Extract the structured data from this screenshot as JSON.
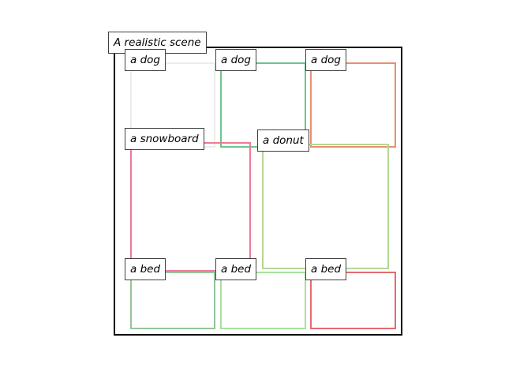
{
  "title": "A realistic scene",
  "colors": {
    "frame": "#000000",
    "dog_1": "#ececec",
    "dog_2": "#6cc48e",
    "dog_3": "#e68f72",
    "snowboard": "#ee7a98",
    "donut": "#b3d795",
    "bed_1": "#94c59a",
    "bed_2": "#a9e09e",
    "bed_3": "#e66a6e"
  },
  "regions": [
    {
      "label": "a dog"
    },
    {
      "label": "a dog"
    },
    {
      "label": "a dog"
    },
    {
      "label": "a snowboard"
    },
    {
      "label": "a donut"
    },
    {
      "label": "a bed"
    },
    {
      "label": "a bed"
    },
    {
      "label": "a bed"
    }
  ]
}
